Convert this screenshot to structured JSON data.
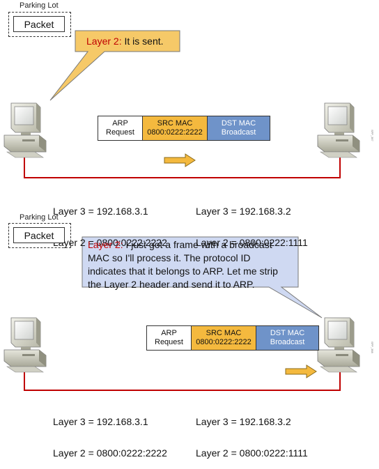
{
  "panels": [
    {
      "parking_lot_label": "Parking Lot",
      "packet_label": "Packet",
      "bubble": {
        "prefix": "Layer 2:",
        "lines": [
          "It is sent."
        ]
      },
      "frame": {
        "arp": [
          "ARP",
          "Request"
        ],
        "src": [
          "SRC MAC",
          "0800:0222:2222"
        ],
        "dst": [
          "DST MAC",
          "Broadcast"
        ]
      },
      "left_host": {
        "layer3": "Layer 3 = 192.168.3.1",
        "layer2": "Layer 2 = 0800:0222:2222"
      },
      "right_host": {
        "layer3": "Layer 3 = 192.168.3.2",
        "layer2": "Layer 2 = 0800:0222:1111"
      },
      "figure_id": "SFP_387"
    },
    {
      "parking_lot_label": "Parking Lot",
      "packet_label": "Packet",
      "bubble": {
        "prefix": "Layer 2:",
        "lines": [
          "I just got a frame with a broadcast",
          "MAC so I'll process it. The protocol ID",
          "indicates that it belongs to ARP. Let me strip",
          "the Layer 2 header and send it to ARP."
        ]
      },
      "frame": {
        "arp": [
          "ARP",
          "Request"
        ],
        "src": [
          "SRC MAC",
          "0800:0222:2222"
        ],
        "dst": [
          "DST MAC",
          "Broadcast"
        ]
      },
      "left_host": {
        "layer3": "Layer 3 = 192.168.3.1",
        "layer2": "Layer 2 = 0800:0222:2222"
      },
      "right_host": {
        "layer3": "Layer 3 = 192.168.3.2",
        "layer2": "Layer 2 = 0800:0222:1111"
      },
      "figure_id": "SFP_388"
    }
  ],
  "colors": {
    "link": "#c00000",
    "arrow": "#f4b93e",
    "src_cell": "#f4b93e",
    "dst_cell": "#6f93c9",
    "bubble1": "#f6c968",
    "bubble2": "#cfd9f2",
    "highlight": "#c00000"
  }
}
